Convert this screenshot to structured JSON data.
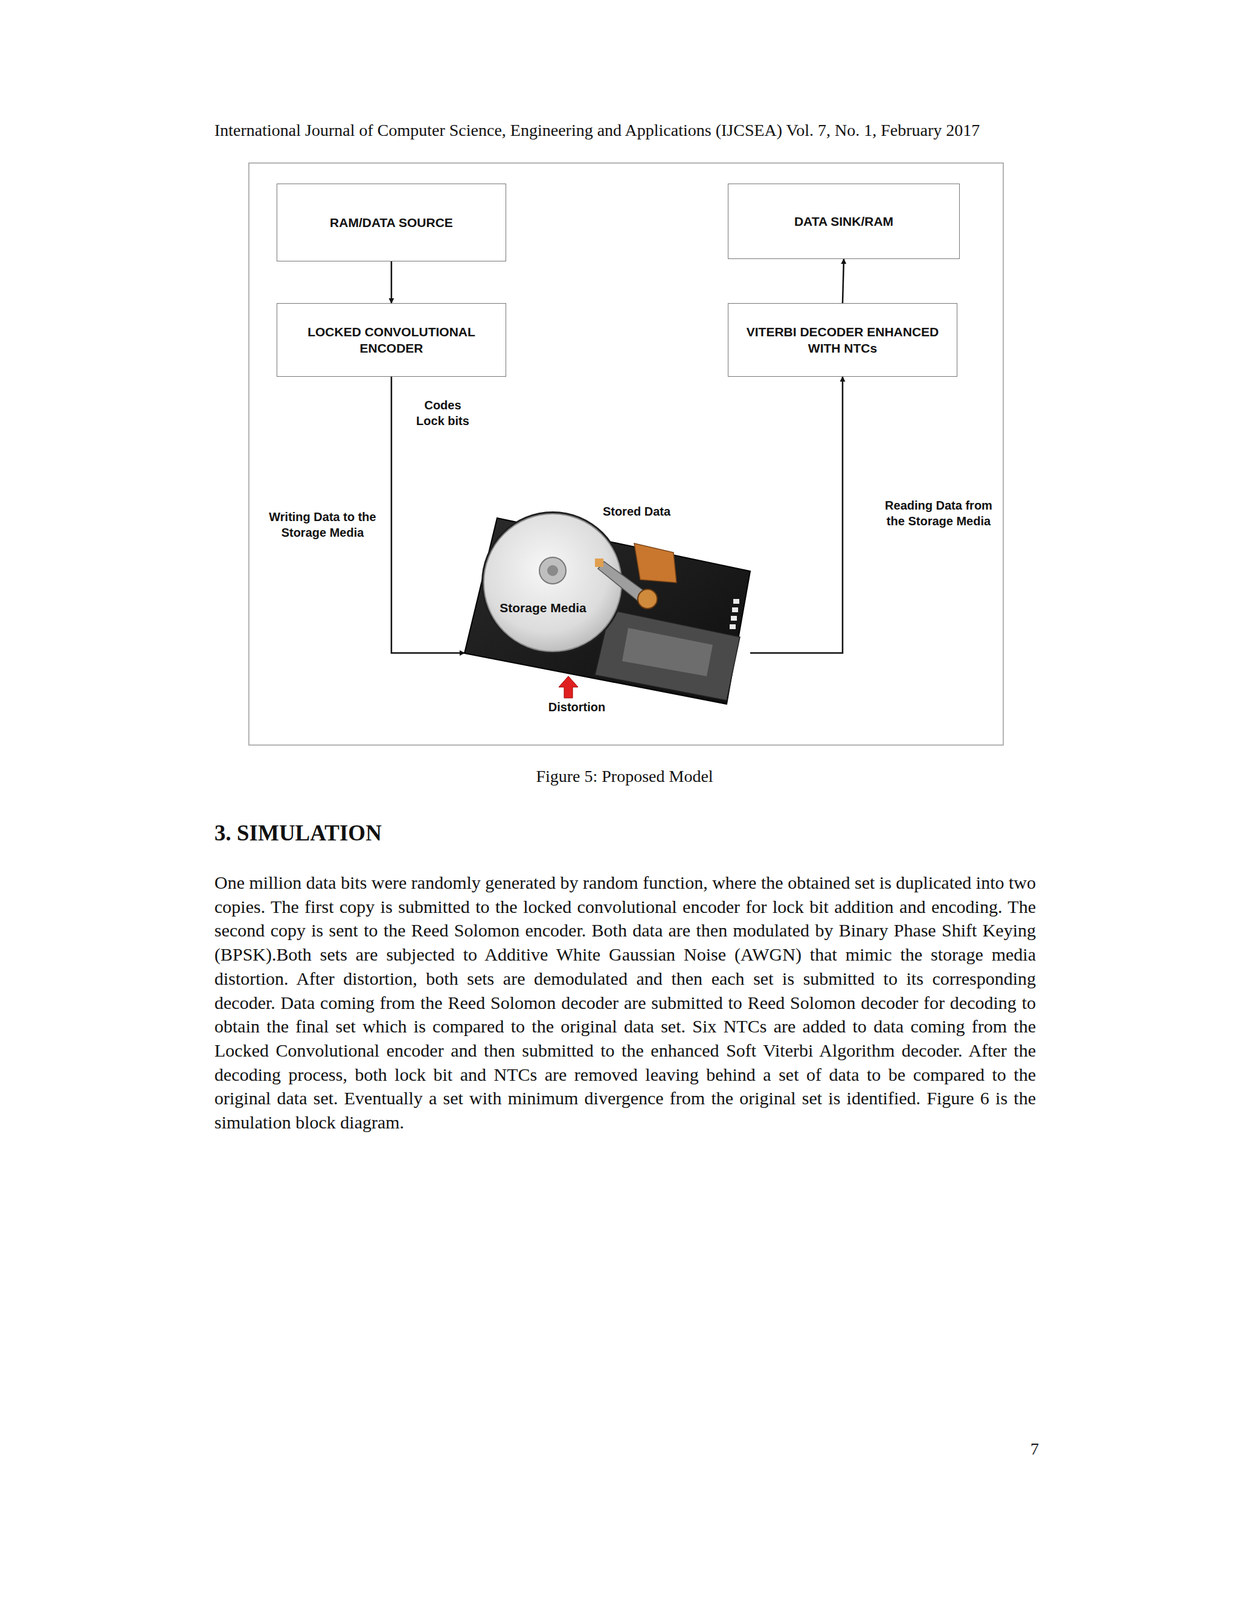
{
  "diagram": {
    "caption": "Figure 5: Proposed Model",
    "nodes": [
      {
        "text": [
          "RAM/DATA SOURCE"
        ]
      },
      {
        "text": [
          "DATA SINK/RAM"
        ]
      },
      {
        "text": [
          "LOCKED CONVOLUTIONAL ENCODER"
        ]
      },
      {
        "text": [
          "VITERBI DECODER ENHANCED WITH NTCs"
        ]
      },
      {
        "text": [
          "Storage Media"
        ]
      }
    ],
    "edges": [
      {
        "from": 0,
        "to": 2,
        "arrow": "to"
      },
      {
        "from": 2,
        "to": 4,
        "arrow": "to"
      },
      {
        "from": 4,
        "to": 3,
        "arrow": "to"
      },
      {
        "from": 3,
        "to": 1,
        "arrow": "to"
      }
    ],
    "labels": [
      "International Journal of Computer Science, Engineering and Applications (IJCSEA) Vol. 7, No. 1, February 2017",
      "Codes Lock bits",
      "Writing Data to the Storage Media",
      "Stored Data",
      "Reading Data from the Storage Media",
      "Distortion",
      "3. SIMULATION",
      "One million data bits were randomly generated by random function, where the obtained set is duplicated into two copies. The first copy is submitted to the locked convolutional encoder for lock bit addition and encoding. The second copy is sent to the Reed Solomon encoder. Both data are then modulated by Binary Phase Shift Keying (BPSK).Both sets are subjected to Additive White Gaussian Noise (AWGN) that mimic the storage media distortion. After distortion, both sets are demodulated and then each set is submitted to its corresponding decoder. Data coming from the Reed Solomon decoder are submitted to Reed Solomon decoder for decoding to obtain the final set which is compared to the original data set. Six NTCs are added to data coming from the Locked Convolutional encoder and then submitted to the enhanced Soft Viterbi Algorithm decoder. After the decoding process, both lock bit and NTCs are removed leaving behind a set of data to be compared to the original data set. Eventually a set with minimum divergence from the original set is identified. Figure 6 is the simulation block diagram.",
      "7"
    ]
  }
}
